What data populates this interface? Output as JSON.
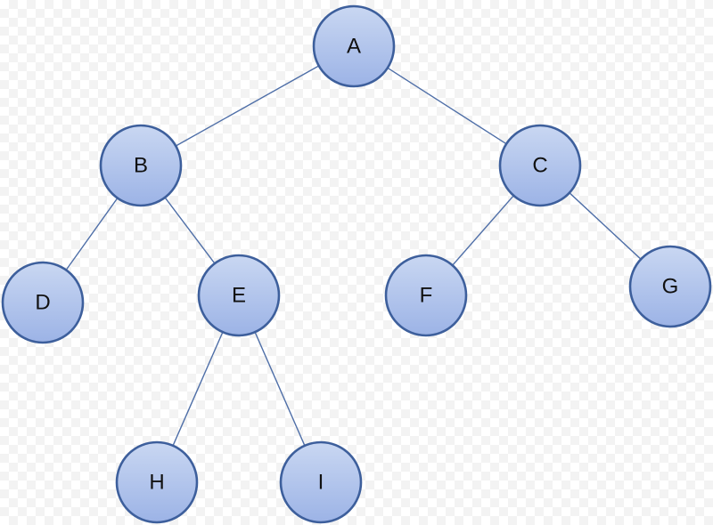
{
  "diagram": {
    "type": "binary-tree",
    "nodes": [
      {
        "id": "A",
        "label": "A"
      },
      {
        "id": "B",
        "label": "B"
      },
      {
        "id": "C",
        "label": "C"
      },
      {
        "id": "D",
        "label": "D"
      },
      {
        "id": "E",
        "label": "E"
      },
      {
        "id": "F",
        "label": "F"
      },
      {
        "id": "G",
        "label": "G"
      },
      {
        "id": "H",
        "label": "H"
      },
      {
        "id": "I",
        "label": "I"
      }
    ],
    "edges": [
      {
        "from": "A",
        "to": "B"
      },
      {
        "from": "A",
        "to": "C"
      },
      {
        "from": "B",
        "to": "D"
      },
      {
        "from": "B",
        "to": "E"
      },
      {
        "from": "C",
        "to": "F"
      },
      {
        "from": "C",
        "to": "G"
      },
      {
        "from": "E",
        "to": "H"
      },
      {
        "from": "E",
        "to": "I"
      }
    ],
    "colors": {
      "node_fill_top": "#c9d7f2",
      "node_fill_bottom": "#9cb3e6",
      "node_stroke": "#3d5f9c",
      "edge": "#4f6fa8"
    }
  }
}
